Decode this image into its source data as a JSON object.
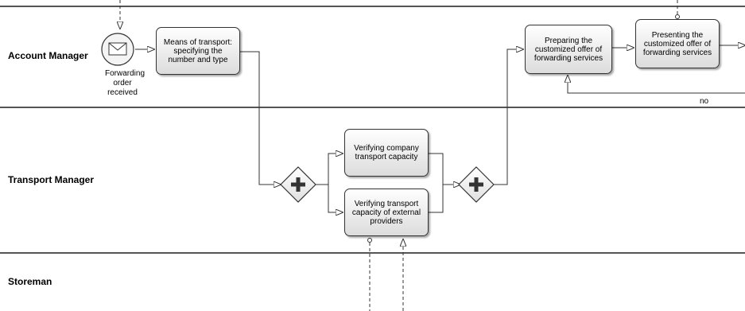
{
  "lanes": [
    {
      "id": "account",
      "label": "Account Manager"
    },
    {
      "id": "transport",
      "label": "Transport Manager"
    },
    {
      "id": "storeman",
      "label": "Storeman"
    }
  ],
  "start_event": {
    "label": "Forwarding\norder\nreceived",
    "icon": "envelope-icon"
  },
  "tasks": {
    "means_of_transport": "Means of transport:\nspecifying the\nnumber and type",
    "verify_company": "Verifying company\ntransport capacity",
    "verify_external": "Verifying transport\ncapacity of external\nproviders",
    "preparing_offer": "Preparing the\ncustomized offer of\nforwarding services",
    "presenting_offer": "Presenting the\ncustomized offer of\nforwarding services"
  },
  "gateways": {
    "split": "parallel",
    "join": "parallel"
  },
  "flow_labels": {
    "no": "no"
  },
  "colors": {
    "line": "#333333",
    "lane_divider": "#555555",
    "task_fill_top": "#ffffff",
    "task_fill_bottom": "#dcdcdc"
  }
}
